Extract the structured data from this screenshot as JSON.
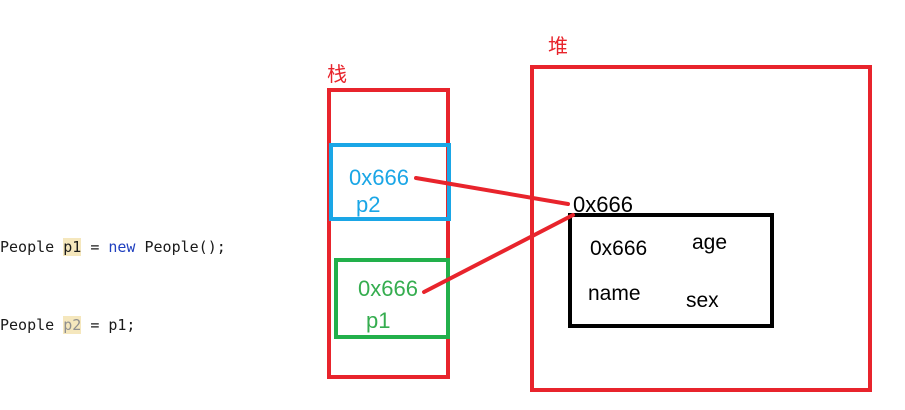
{
  "code": {
    "line1": {
      "type": "People",
      "var": "p1",
      "op": "=",
      "keyword": "new",
      "rhs": "People();"
    },
    "line2": {
      "type": "People",
      "var": "p2",
      "op": "=",
      "rhs": "p1;"
    }
  },
  "stack": {
    "label": "栈",
    "p2_slot": {
      "address": "0x666",
      "name": "p2"
    },
    "p1_slot": {
      "address": "0x666",
      "name": "p1"
    }
  },
  "heap": {
    "label": "堆",
    "object_address": "0x666",
    "object": {
      "addr": "0x666",
      "field_age": "age",
      "field_name": "name",
      "field_sex": "sex"
    }
  },
  "colors": {
    "region_border": "#e8242c",
    "p2_color": "#1aa6e6",
    "p1_color": "#22b04b",
    "object_border": "#000000",
    "pointer_line": "#e8242c"
  }
}
